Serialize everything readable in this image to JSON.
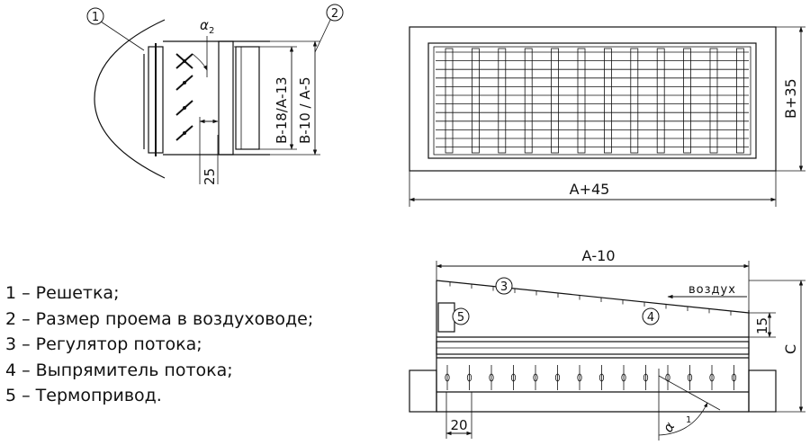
{
  "legend": [
    {
      "id": "1",
      "text": "1 – Решетка;"
    },
    {
      "id": "2",
      "text": "2 – Размер проема в воздуховоде;"
    },
    {
      "id": "3",
      "text": "3 – Регулятор потока;"
    },
    {
      "id": "4",
      "text": "4 – Выпрямитель потока;"
    },
    {
      "id": "5",
      "text": "5 – Термопривод."
    }
  ],
  "callouts": {
    "c1": "1",
    "c2": "2",
    "c3": "3",
    "c4": "4",
    "c5": "5"
  },
  "section_view": {
    "angle_label": "α",
    "angle_sub": "2",
    "dim_inner": "В-18/А-13",
    "dim_outer": "В-10 / А-5",
    "dim_step": "25"
  },
  "front_view": {
    "dim_height": "В+35",
    "dim_width": "А+45"
  },
  "side_view": {
    "dim_top": "А-10",
    "air_label": "воздух",
    "dim_15": "15",
    "dim_c": "С",
    "dim_20": "20",
    "angle_label": "α",
    "angle_sub": "1"
  }
}
